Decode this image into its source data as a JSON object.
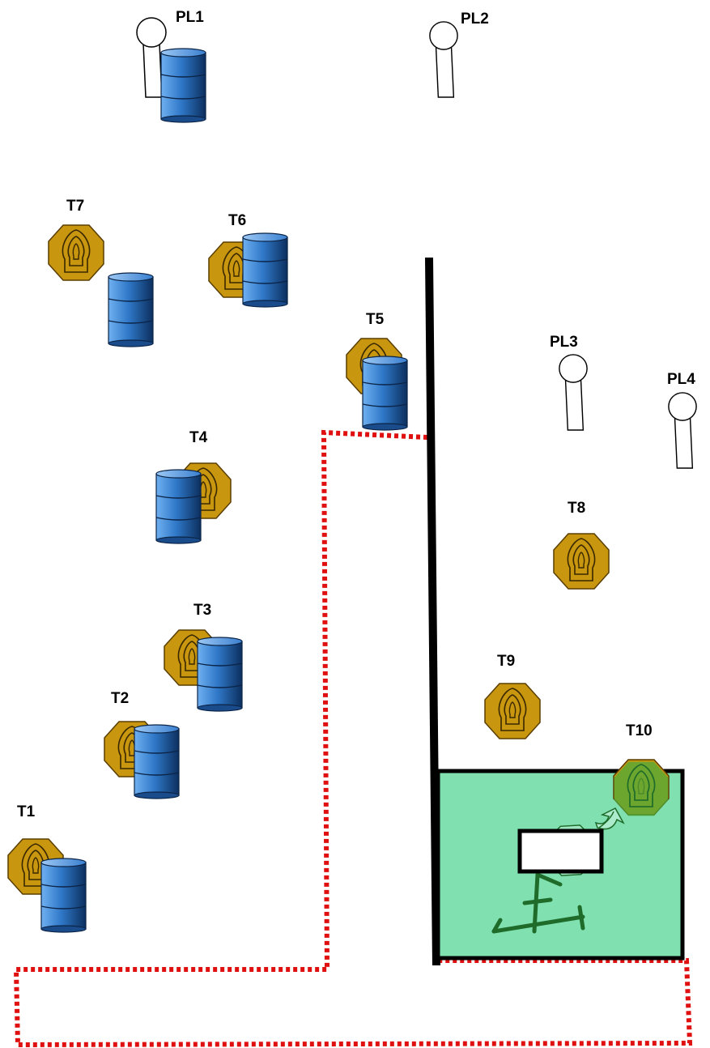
{
  "labels": {
    "pl1": "PL1",
    "pl2": "PL2",
    "pl3": "PL3",
    "pl4": "PL4",
    "t1": "T1",
    "t2": "T2",
    "t3": "T3",
    "t4": "T4",
    "t5": "T5",
    "t6": "T6",
    "t7": "T7",
    "t8": "T8",
    "t9": "T9",
    "t10": "T10"
  },
  "colors": {
    "target_fill": "#c8960f",
    "target_stroke": "#5a3e00",
    "target_green": "#4fab3a",
    "barrel_blue": "#2f78c8",
    "fault_line": "#e01010",
    "wall": "#000000",
    "shooting_box": "#80e0b0",
    "prop_green": "#1e6b2a",
    "popper_outline": "#ffffff"
  },
  "icons": [
    "popper-icon",
    "steel-target-icon",
    "barrel-icon",
    "wall",
    "fault-line",
    "shooting-box",
    "tripod-icon",
    "swing-arrow-icon"
  ]
}
